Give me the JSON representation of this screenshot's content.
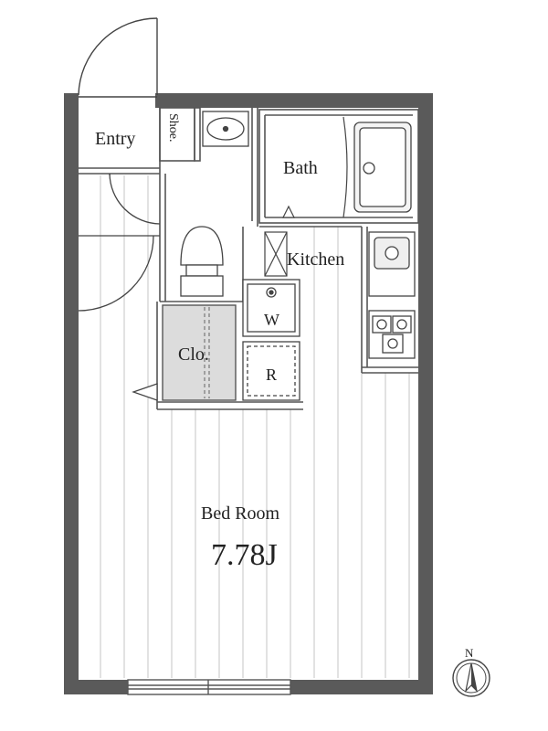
{
  "rooms": {
    "entry": "Entry",
    "shoe": "Shoe.",
    "bath": "Bath",
    "kitchen": "Kitchen",
    "washer": "W",
    "fridge": "R",
    "closet": "Clo.",
    "bedroom": "Bed Room",
    "bedroom_size": "7.78J"
  },
  "compass": {
    "north": "N"
  },
  "colors": {
    "wall": "#5a5a5a",
    "floor_line": "#bcbcbc",
    "closet_fill": "#dcdcdc",
    "fixture_fill": "#e6e6e6"
  }
}
